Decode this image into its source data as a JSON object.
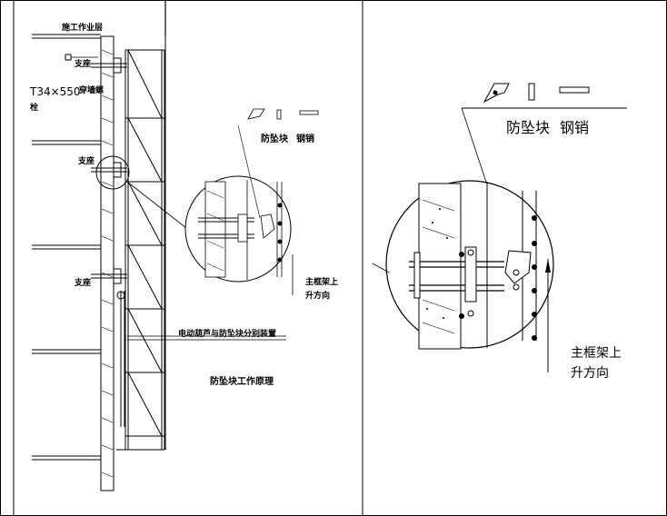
{
  "left_panel": {
    "labels": {
      "work_floor": "施工作业层",
      "support_top": "支座",
      "bolt_spec": "T34×550",
      "bolt_suffix": "栓",
      "wall_bolt": "穿墙螺",
      "support_mid": "支座",
      "support_low": "支座",
      "hoist_sync": "电动葫芦与防坠块分别装置",
      "principle_title": "防坠块工作原理",
      "anti_fall_block": "防坠块",
      "steel_pin": "钢销",
      "main_frame_up_line1": "主框架上",
      "main_frame_up_line2": "升方向"
    }
  },
  "right_panel": {
    "labels": {
      "anti_fall_block": "防坠块",
      "steel_pin": "钢销",
      "main_frame_up_line1": "主框架上",
      "main_frame_up_line2": "升方向"
    }
  }
}
